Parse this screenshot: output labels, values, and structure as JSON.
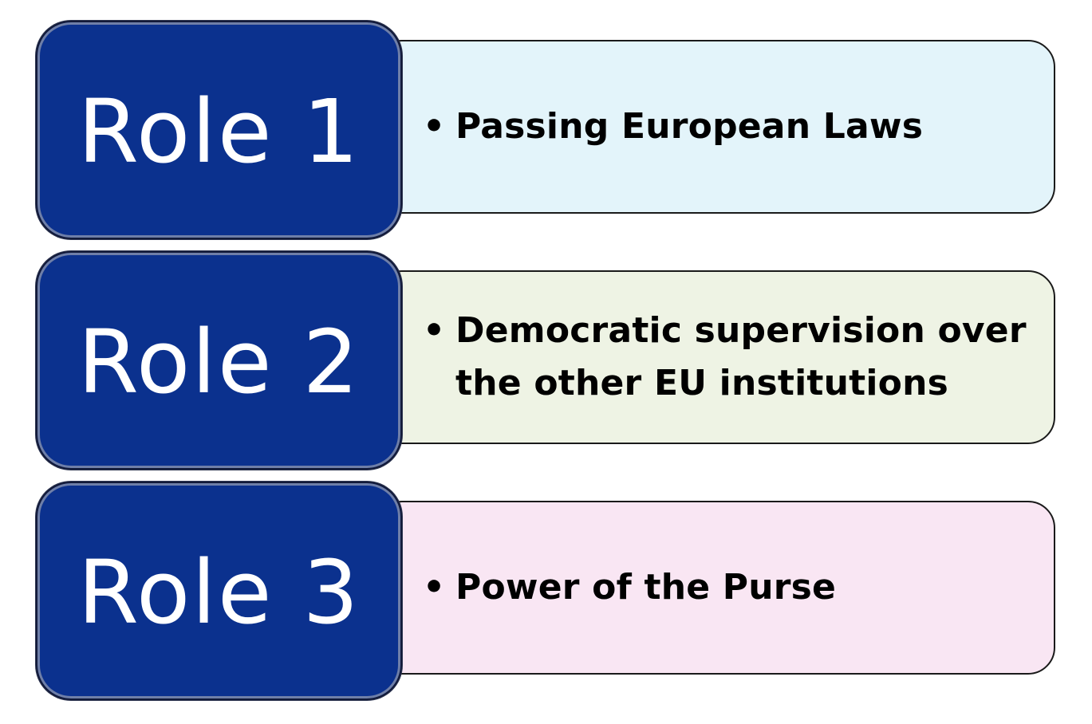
{
  "roles": [
    {
      "label": "Role 1",
      "color": "#0b318e",
      "detail_background": "#e3f4fa",
      "bullet": "•",
      "lines": [
        "Passing European Laws"
      ]
    },
    {
      "label": "Role 2",
      "color": "#0b318e",
      "detail_background": "#eef3e4",
      "bullet": "•",
      "lines": [
        "Democratic supervision over",
        "the other EU institutions"
      ]
    },
    {
      "label": "Role 3",
      "color": "#0b318e",
      "detail_background": "#f9e6f3",
      "bullet": "•",
      "lines": [
        "Power of the Purse"
      ]
    }
  ]
}
